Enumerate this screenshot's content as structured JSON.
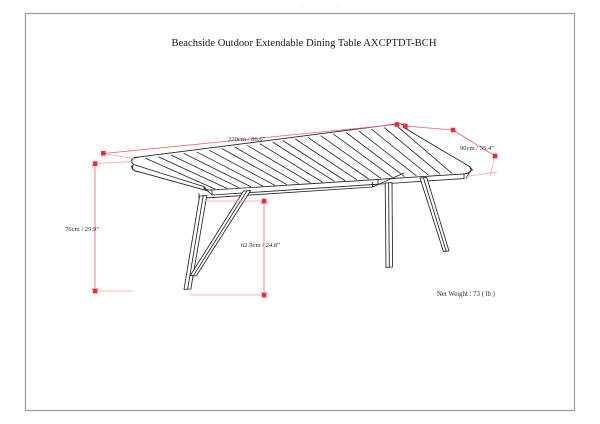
{
  "document": {
    "title": "Beachside Outdoor Extendable Dining Table AXCPTDT-BCH",
    "product_name": "Beachside Outdoor Extendable Dining Table",
    "sku": "AXCPTDT-BCH",
    "border_color": "#9a9a9a",
    "background_color": "#ffffff"
  },
  "dimensions": {
    "accent_color": "#ef2b36",
    "leader_color": "#f0636b",
    "width": {
      "label": "220cm / 86.6\"",
      "metric_cm": 220,
      "imperial_in": 86.6,
      "axis": "length"
    },
    "depth": {
      "label": "90cm / 35.4\"",
      "metric_cm": 90,
      "imperial_in": 35.4,
      "axis": "depth"
    },
    "height": {
      "label": "76cm / 29.9\"",
      "metric_cm": 76,
      "imperial_in": 29.9,
      "axis": "overall-height"
    },
    "clearance": {
      "label": "62.9cm / 24.8\"",
      "metric_cm": 62.9,
      "imperial_in": 24.8,
      "axis": "under-table-clearance"
    }
  },
  "weight": {
    "label": "Net Weight :  73 ( lb )",
    "value": 73,
    "unit": "lb"
  },
  "drawing": {
    "view": "isometric-perspective",
    "object": "slatted-outdoor-dining-table",
    "slat_count": 20,
    "leg_count": 4,
    "line_color": "#222222"
  }
}
